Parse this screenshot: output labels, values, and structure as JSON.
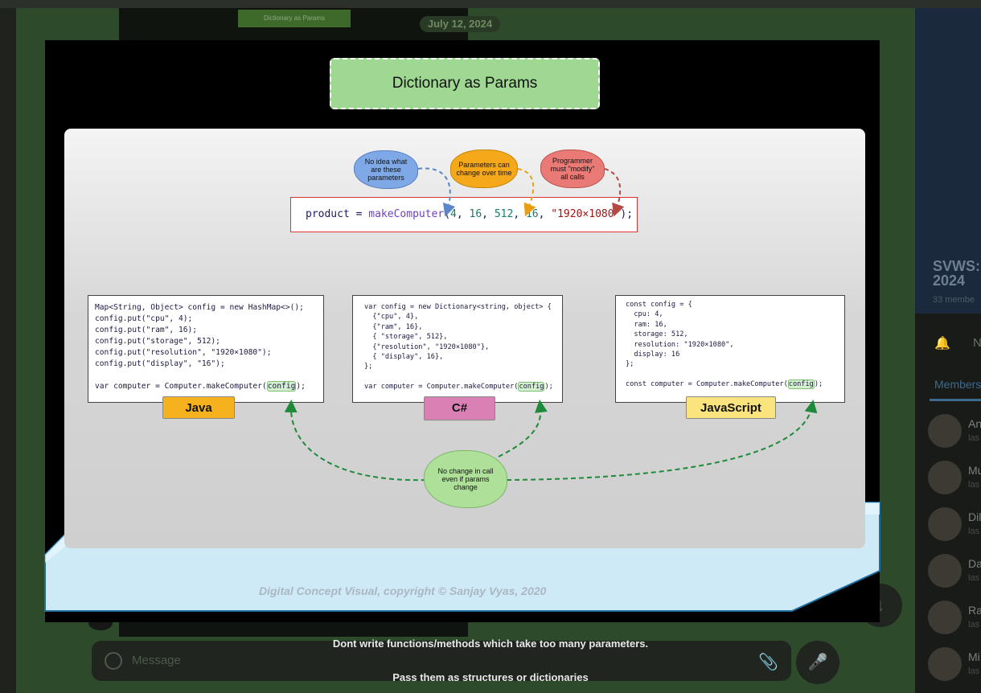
{
  "chat": {
    "date_label": "July 12, 2024",
    "composer_placeholder": "Message",
    "previous_thumb_title": "Dictionary as Params"
  },
  "sidebar": {
    "group_name": "SVWS:\n2024",
    "members_count": "33 membe",
    "notifications_label": "N",
    "members_tab": "Members",
    "members": [
      {
        "name": "An",
        "status": "las"
      },
      {
        "name": "Mu",
        "status": "las"
      },
      {
        "name": "Dil",
        "status": "las"
      },
      {
        "name": "Da",
        "status": "las"
      },
      {
        "name": "Ra",
        "status": "las"
      },
      {
        "name": "Mi",
        "status": "las"
      }
    ]
  },
  "slide": {
    "title": "Dictionary as Params",
    "clouds": {
      "blue": "No idea what are these parameters",
      "orange": "Parameters can change over time",
      "red": "Programmer must \"modify\" all calls",
      "green": "No change in call even if params change"
    },
    "product_call": {
      "prefix": "product = ",
      "fn": "makeComputer",
      "open": "(",
      "args": [
        "4",
        "16",
        "512",
        "16"
      ],
      "str_arg": "\"1920×1080\"",
      "close": ");"
    },
    "java_code": [
      "Map<String, Object> config = new HashMap<>();",
      "config.put(\"cpu\", 4);",
      "config.put(\"ram\", 16);",
      "config.put(\"storage\", 512);",
      "config.put(\"resolution\", \"1920×1080\");",
      "config.put(\"display\", \"16\");",
      "",
      "var computer = Computer.makeComputer("
    ],
    "csharp_code": [
      "var config = new Dictionary<string, object> {",
      "  {\"cpu\", 4},",
      "  {\"ram\", 16},",
      "  { \"storage\", 512},",
      "  {\"resolution\", \"1920×1080\"},",
      "  { \"display\", 16},",
      "};",
      "",
      "var computer = Computer.makeComputer("
    ],
    "js_code": [
      "const config = {",
      "  cpu: 4,",
      "  ram: 16,",
      "  storage: 512,",
      "  resolution: \"1920×1080\",",
      "  display: 16",
      "};",
      "",
      "const computer = Computer.makeComputer("
    ],
    "config_word": "config",
    "close_paren": ");",
    "labels": {
      "java": "Java",
      "csharp": "C#",
      "js": "JavaScript"
    },
    "watermark": "Digital Concept Visual, copyright © Sanjay Vyas, 2020"
  },
  "captions": {
    "line1": "Dont write functions/methods which take too many parameters.",
    "line2": "Pass them as structures or dictionaries"
  }
}
